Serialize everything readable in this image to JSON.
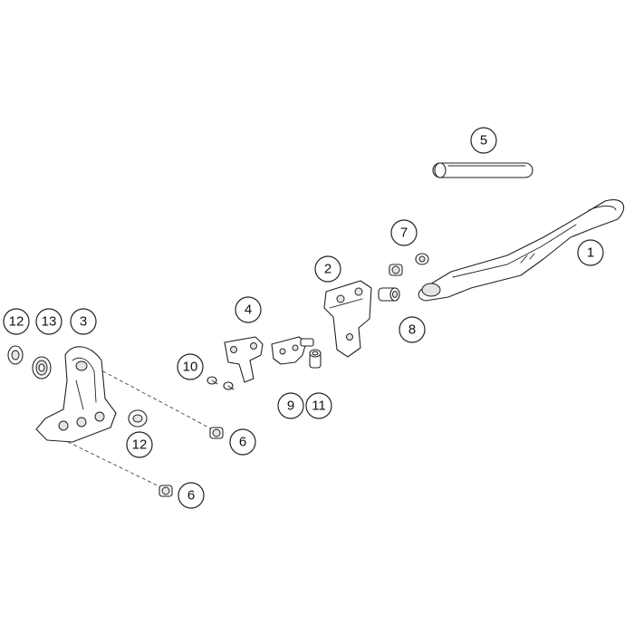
{
  "callouts": {
    "c1": "1",
    "c2": "2",
    "c3": "3",
    "c4": "4",
    "c5": "5",
    "c6a": "6",
    "c6b": "6",
    "c7": "7",
    "c8": "8",
    "c9": "9",
    "c10": "10",
    "c11": "11",
    "c12a": "12",
    "c12b": "12",
    "c13": "13"
  },
  "colors": {
    "line": "#222222",
    "background": "#ffffff"
  }
}
